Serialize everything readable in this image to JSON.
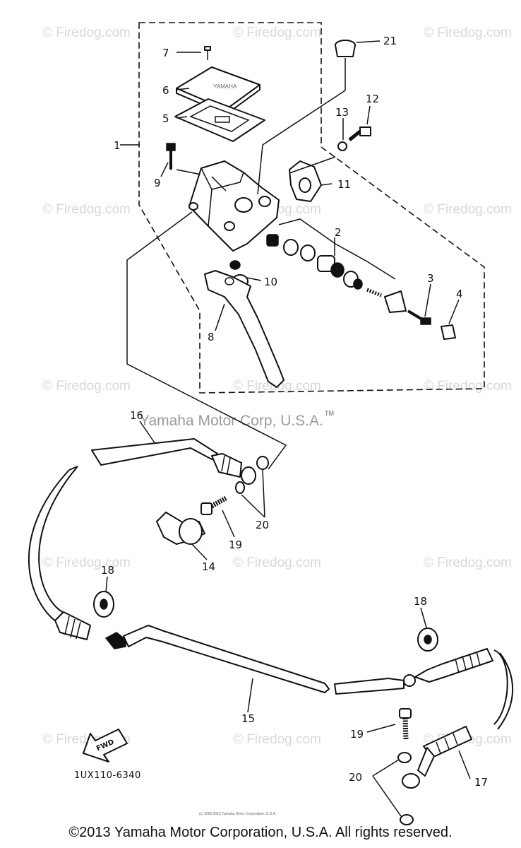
{
  "watermark_text": "© Firedog.com",
  "brand_text": "Yamaha Motor Corp, U.S.A.",
  "trademark_text": "TM",
  "diagram_code": "1UX110-6340",
  "fwd_label": "FWD",
  "fine_print": "(c) 2005 2015 Yamaha Motor Corporation, U.S.A.",
  "copyright": "©2013 Yamaha Motor Corporation, U.S.A. All rights reserved.",
  "callouts": {
    "c1": "1",
    "c2": "2",
    "c3": "3",
    "c4": "4",
    "c5": "5",
    "c6": "6",
    "c7": "7",
    "c8": "8",
    "c9": "9",
    "c10": "10",
    "c11": "11",
    "c12": "12",
    "c13": "13",
    "c14": "14",
    "c15": "15",
    "c16": "16",
    "c17": "17",
    "c18a": "18",
    "c18b": "18",
    "c19a": "19",
    "c19b": "19",
    "c20a": "20",
    "c20b": "20",
    "c21": "21"
  }
}
